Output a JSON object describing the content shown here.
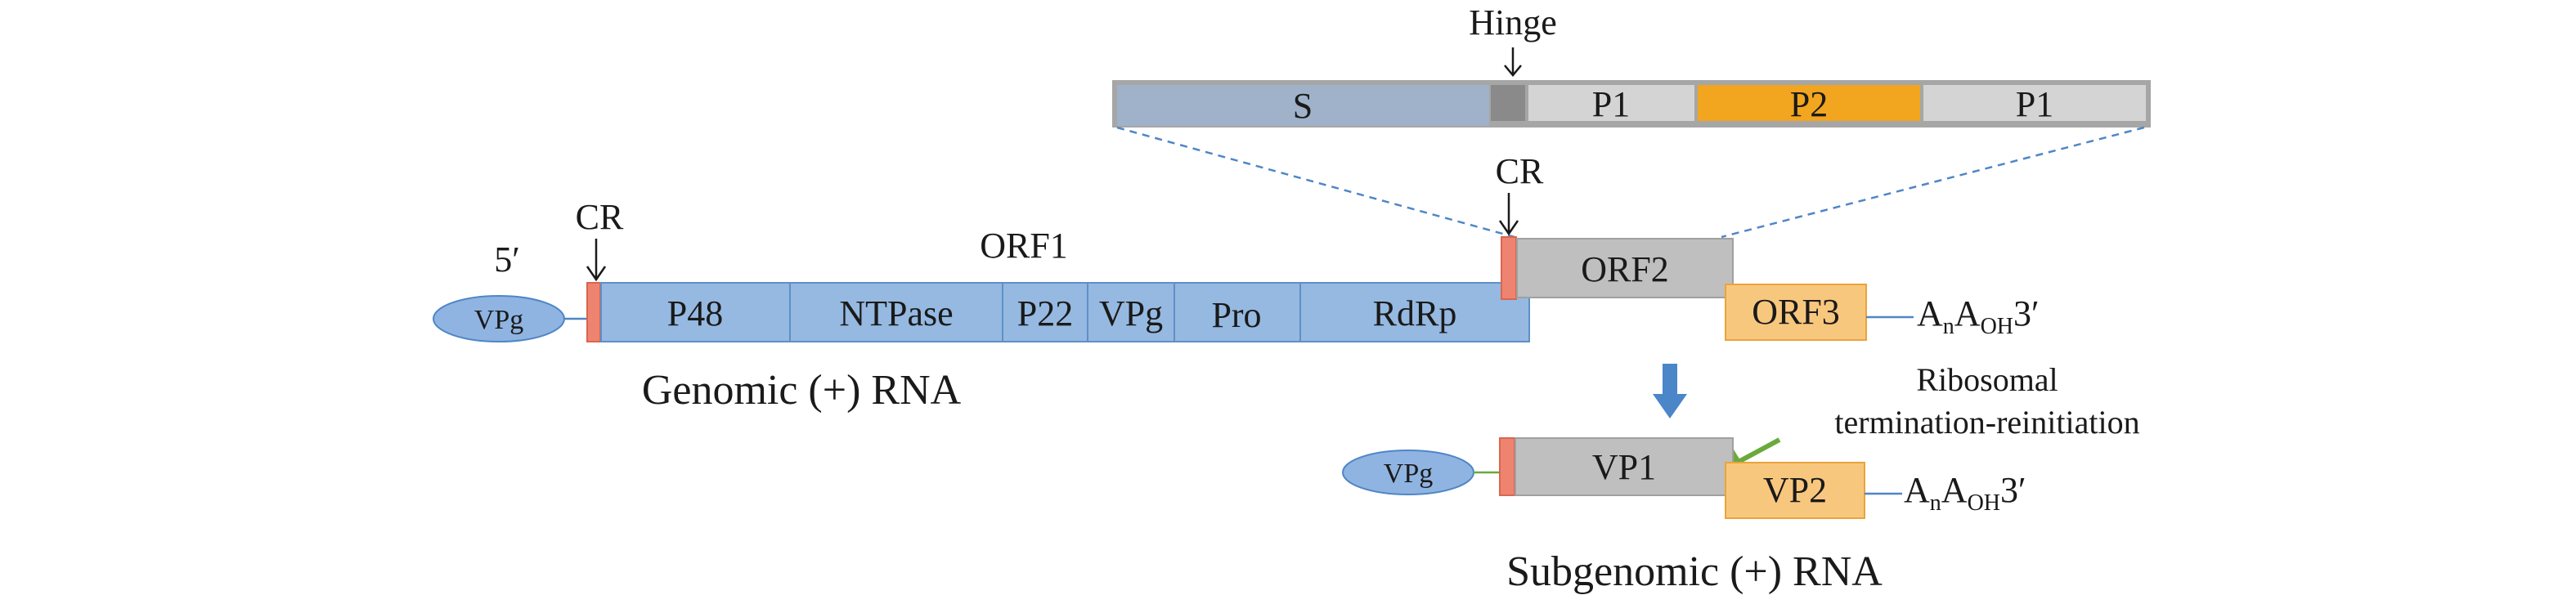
{
  "hinge_label": "Hinge",
  "capsid_domains": {
    "s": "S",
    "p1_left": "P1",
    "p2": "P2",
    "p1_right": "P1"
  },
  "genomic": {
    "five_prime": "5′",
    "cr_label": "CR",
    "vpg": "VPg",
    "orf1_label": "ORF1",
    "segments": [
      "P48",
      "NTPase",
      "P22",
      "VPg",
      "Pro",
      "RdRp"
    ],
    "cr2_label": "CR",
    "orf2": "ORF2",
    "orf3": "ORF3",
    "tail": {
      "a": "A",
      "n": "n",
      "oh": "OH",
      "end": "3′"
    },
    "caption": "Genomic (+) RNA"
  },
  "subgenomic": {
    "vpg": "VPg",
    "vp1": "VP1",
    "vp2": "VP2",
    "tail": {
      "a": "A",
      "n": "n",
      "oh": "OH",
      "end": "3′"
    },
    "annotation_line1": "Ribosomal",
    "annotation_line2": "termination-reinitiation",
    "caption": "Subgenomic (+) RNA"
  },
  "colors": {
    "orf1_blue": "#95b9e1",
    "orf_border_blue": "#5f8fc8",
    "s_domain": "#9fb2c9",
    "hinge_gray": "#8a8a8a",
    "p1_gray": "#d4d4d4",
    "p2_orange": "#f2a51e",
    "orf2_gray": "#bfbfbf",
    "orf3_yellow": "#f8c77e",
    "cr_red": "#ee8470",
    "vpg_fill": "#8fb4e2",
    "dashed_blue": "#4f86c6",
    "arrow_blue": "#4a86c8",
    "arrow_green": "#6aaa3d"
  }
}
